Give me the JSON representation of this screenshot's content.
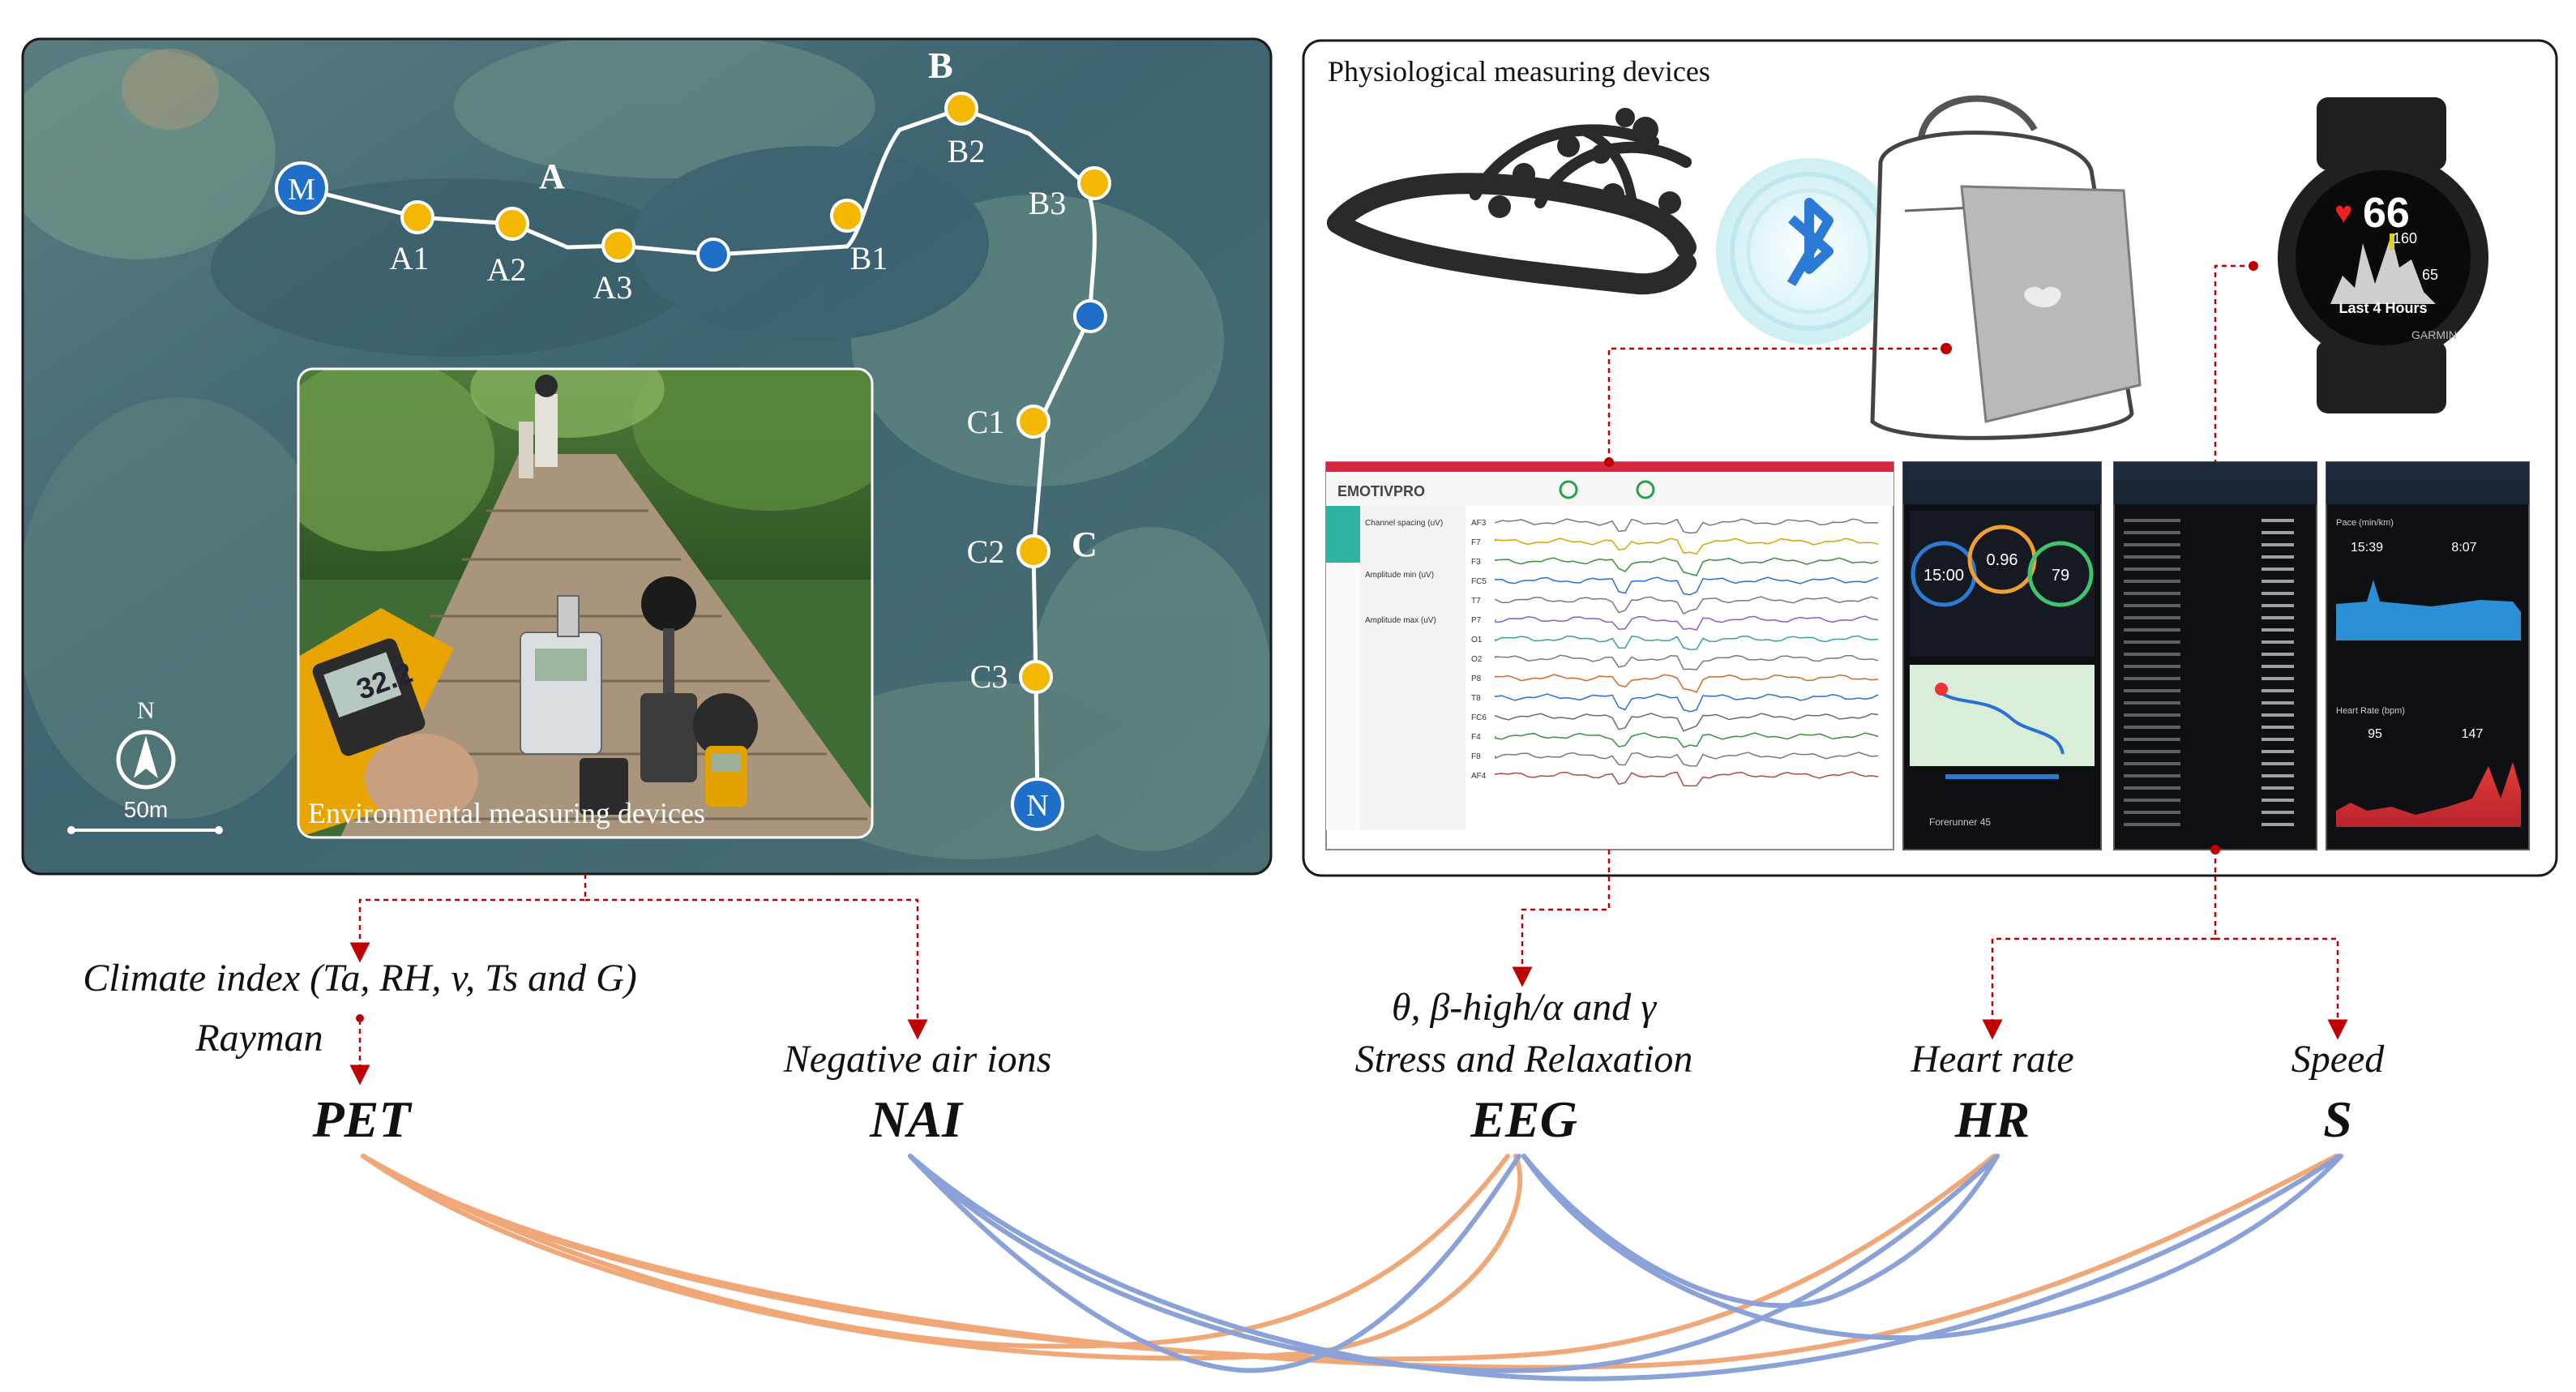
{
  "map": {
    "section_labels": {
      "a": "A",
      "b": "B",
      "c": "C"
    },
    "endpoints": {
      "start": "M",
      "end": "N"
    },
    "points": [
      "A1",
      "A2",
      "A3",
      "B1",
      "B2",
      "B3",
      "C1",
      "C2",
      "C3"
    ],
    "compass_letter": "N",
    "scale_label": "50m",
    "env_caption": "Environmental measuring devices",
    "meter_reading": "32.2"
  },
  "physio": {
    "title": "Physiological measuring devices",
    "watch": {
      "hr": "66",
      "peak": "160",
      "low": "65",
      "range_label": "Last 4 Hours",
      "brand": "GARMIN"
    },
    "eeg_app": {
      "brand": "EMOTIVPRO",
      "panel_labels": [
        "Channel spacing (uV)",
        "Amplitude min (uV)",
        "Amplitude max (uV)"
      ],
      "channels": [
        "AF3",
        "F7",
        "F3",
        "FC5",
        "T7",
        "P7",
        "O1",
        "O2",
        "P8",
        "T8",
        "FC6",
        "F4",
        "F8",
        "AF4"
      ]
    },
    "phone1": {
      "time": "15:00",
      "dist": "0.96",
      "cal": "79",
      "device": "Forerunner 45"
    },
    "phone3": {
      "title": "Pace (min/km)",
      "v1": "15:39",
      "v2": "8:07",
      "hr_title": "Heart Rate (bpm)",
      "hr1": "95",
      "hr2": "147"
    }
  },
  "indicators": {
    "pet": {
      "sub1": "Climate index (Ta, RH, v, Ts and G)",
      "sub2": "Rayman",
      "main": "PET"
    },
    "nai": {
      "sub": "Negative air ions",
      "main": "NAI"
    },
    "eeg": {
      "sub1": "θ, β-high/α and γ",
      "sub2": "Stress and Relaxation",
      "main": "EEG"
    },
    "hr": {
      "sub": "Heart rate",
      "main": "HR"
    },
    "s": {
      "sub": "Speed",
      "main": "S"
    }
  },
  "colors": {
    "orange_link": "#f0a878",
    "blue_link": "#8aa2d8",
    "dashed": "#c00000",
    "point_yellow": "#f5b800",
    "point_blue": "#1f6fc8"
  }
}
